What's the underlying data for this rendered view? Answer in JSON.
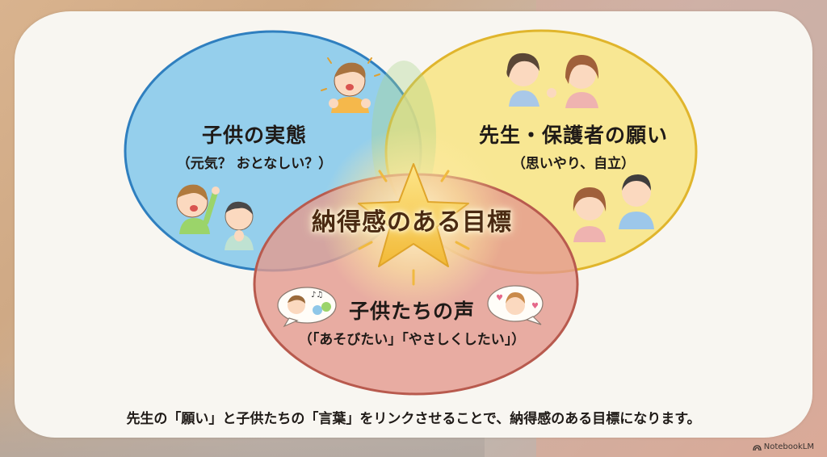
{
  "diagram": {
    "type": "venn",
    "circles": [
      {
        "id": "children-state",
        "title": "子供の実態",
        "subtitle": "（元気？ おとなしい？）",
        "color": "#7cc3e8",
        "stroke": "#2f7fbf"
      },
      {
        "id": "teacher-parent-wish",
        "title": "先生・保護者の願い",
        "subtitle": "（思いやり、自立）",
        "color": "#f7e27a",
        "stroke": "#e0b52c"
      },
      {
        "id": "children-voice",
        "title": "子供たちの声",
        "subtitle": "（「あそびたい」「やさしくしたい」）",
        "color": "#e3958a",
        "stroke": "#b85a4e"
      }
    ],
    "center": {
      "label": "納得感のある目標",
      "icon": "star-icon",
      "color": "#f2c94c"
    }
  },
  "caption": "先生の「願い」と子供たちの「言葉」をリンクさせることで、納得感のある目標になります。",
  "branding": {
    "label": "NotebookLM"
  }
}
